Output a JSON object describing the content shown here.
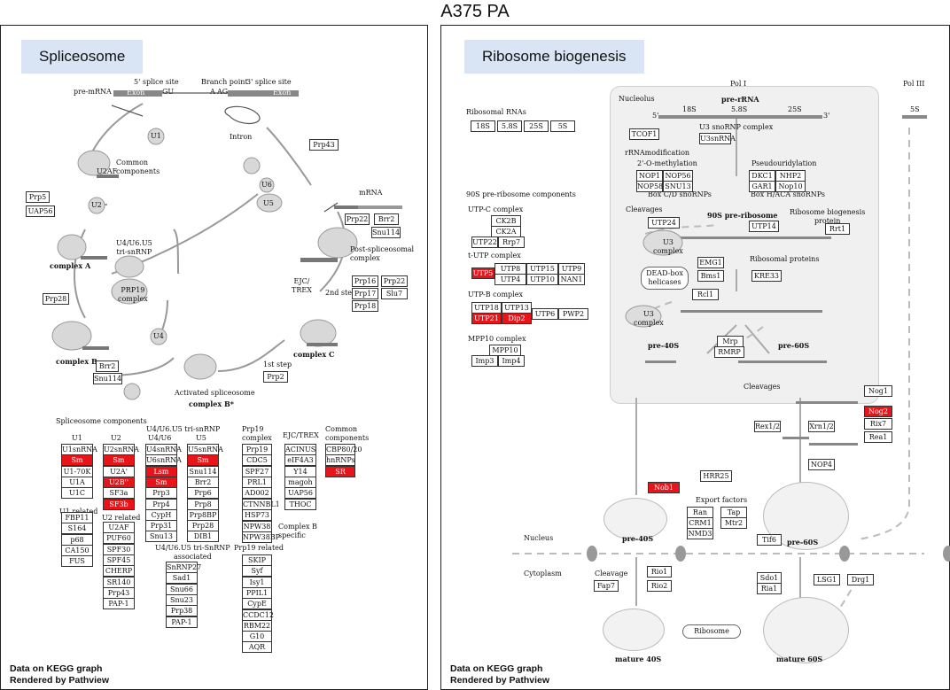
{
  "figure_title": "A375 PA",
  "credit": {
    "line1": "Data on KEGG graph",
    "line2": "Rendered by Pathview"
  },
  "spliceosome": {
    "title": "Spliceosome",
    "labels": {
      "five_splice": "5' splice site",
      "branch_point": "Branch point",
      "three_splice": "3' splice site",
      "pre_mrna": "pre-mRNA",
      "exon1": "Exon",
      "gu": "GU",
      "a": "A",
      "ag": "AG",
      "exon2": "Exon",
      "intron": "Intron",
      "common_components": "Common\ncomponents",
      "tri_snrnp": "U4/U6.U5\ntri-snRNP",
      "prp19_complex": "PRP19\ncomplex",
      "complex_a": "complex A",
      "complex_b": "complex B",
      "complex_c": "complex C",
      "activated": "Activated spliceosome",
      "complex_bstar": "complex B*",
      "first_step": "1st step",
      "second_step": "2nd step",
      "post_spliceosomal": "Post-spliceosomal\ncomplex",
      "mrna": "mRNA",
      "ejc_trex": "EJC/\nTREX",
      "u1": "U1",
      "u2": "U2",
      "u4": "U4",
      "u5": "U5",
      "u6": "U6",
      "u2af": "U2AF"
    },
    "boxes": {
      "prp5": "Prp5",
      "uap56": "UAP56",
      "prp43": "Prp43",
      "prp22a": "Prp22",
      "brr2a": "Brr2",
      "snu114a": "Snu114",
      "prp16": "Prp16",
      "prp22b": "Prp22",
      "prp17": "Prp17",
      "slu7": "Slu7",
      "prp18": "Prp18",
      "prp28": "Prp28",
      "brr2b": "Brr2",
      "snu114b": "Snu114",
      "prp2": "Prp2"
    },
    "components": {
      "header": "Spliceosome components",
      "u1_header": "U1",
      "u2_header": "U2",
      "u46_header": "U4/U6.U5 tri-snRNP",
      "u46_sub": "U4/U6",
      "u5_header": "U5",
      "prp19_header": "Prp19\ncomplex",
      "ejc_header": "EJC/TREX",
      "common_header": "Common\ncomponents",
      "u1_related": "U1 related",
      "u2_related": "U2 related",
      "u46_associated": "U4/U6.U5 tri-SnRNP\nassociated",
      "prp19_related": "Prp19 related",
      "complex_b_specific": "Complex B\nspecific",
      "u1": [
        "U1snRNA",
        "Sm",
        "U1-70K",
        "U1A",
        "U1C"
      ],
      "u1_rel": [
        "FBP11",
        "S164",
        "p68",
        "CA150",
        "FUS"
      ],
      "u2": [
        "U2snRNA",
        "Sm",
        "U2A'",
        "U2B''",
        "SF3a",
        "SF3b"
      ],
      "u2_rel": [
        "U2AF",
        "PUF60",
        "SPF30",
        "SPF45",
        "CHERP",
        "SR140",
        "Prp43",
        "PAP-1"
      ],
      "u46": [
        "U4snRNA",
        "U6snRNA",
        "Lsm",
        "Sm",
        "Prp3",
        "Prp4",
        "CypH",
        "Prp31",
        "Snu13"
      ],
      "u5": [
        "U5snRNA",
        "Sm",
        "Snu114",
        "Brr2",
        "Prp6",
        "Prp8",
        "Prp8BP",
        "Prp28",
        "DIB1"
      ],
      "assoc": [
        "SnRNP27",
        "Sad1",
        "Snu66",
        "Snu23",
        "Prp38",
        "PAP-1"
      ],
      "prp19": [
        "Prp19",
        "CDC5",
        "SPF27",
        "PRL1",
        "AD002",
        "CTNNBL1",
        "HSP73"
      ],
      "cbs": [
        "NPW38",
        "NPW38BP"
      ],
      "prp19_rel": [
        "SKIP",
        "Syf",
        "Isy1",
        "PPIL1",
        "CypE",
        "CCDC12",
        "RBM22",
        "G10",
        "AQR"
      ],
      "ejc": [
        "ACINUS",
        "eIF4A3",
        "Y14",
        "magoh",
        "UAP56",
        "THOC"
      ],
      "common": [
        "CBP80/20",
        "hnRNPs",
        "SR"
      ]
    },
    "red_components": [
      "u1.1",
      "u2.1",
      "u2.3",
      "u2.5",
      "u46.2",
      "u46.3",
      "u5.1",
      "common.2"
    ]
  },
  "ribosome": {
    "title": "Ribosome biogenesis",
    "labels": {
      "pol1": "Pol I",
      "pol3": "Pol III",
      "nucleolus": "Nucleolus",
      "pre_rrna": "pre-rRNA",
      "five_prime": "5'",
      "three_prime": "3'",
      "s18": "18S",
      "s58": "5.8S",
      "s25": "25S",
      "s5": "5S",
      "ribosomal_rnas": "Ribosomal RNAs",
      "u3_snorna_complex": "U3 snoRNP  complex",
      "rrna_modification": "rRNAmodification",
      "methylation": "2'-O-methylation",
      "pseudouridylation": "Pseudouridylation",
      "box_cd": "Box C/D snoRNPs",
      "box_haca": "Box H/ACA snoRNPs",
      "pre90s_components": "90S pre-ribosome components",
      "utpc": "UTP-C complex",
      "tutp": "t-UTP complex",
      "utpb": "UTP-B complex",
      "mpp10": "MPP10 complex",
      "cleavages1": "Cleavages",
      "pre90s": "90S pre-ribosome",
      "ribosome_bio_protein": "Ribosome biogenesis\nprotein",
      "ribosomal_proteins": "Ribosomal proteins",
      "u3_complex": "U3\ncomplex",
      "dead_box": "DEAD-box\nhelicases",
      "pre40s": "pre-40S",
      "pre60s": "pre-60S",
      "cleavages2": "Cleavages",
      "export_factors": "Export factors",
      "nucleus": "Nucleus",
      "cytoplasm": "Cytoplasm",
      "cleavage3": "Cleavage",
      "ribosome": "Ribosome",
      "mature40s": "mature 40S",
      "mature60s": "mature 60S"
    },
    "boxes": {
      "rrna": [
        "18S",
        "5.8S",
        "25S",
        "5S"
      ],
      "tcof1": "TCOF1",
      "u3snrna": "U3snRNA",
      "nop1": "NOP1",
      "nop56": "NOP56",
      "nop58": "NOP58",
      "snu13": "SNU13",
      "dkc1": "DKC1",
      "nhp2": "NHP2",
      "gar1": "GAR1",
      "nop10": "Nop10",
      "ck2b": "CK2B",
      "ck2a": "CK2A",
      "utp22": "UTP22",
      "rrp7": "Rrp7",
      "utp5": "UTP5",
      "utp8": "UTP8",
      "utp15": "UTP15",
      "utp9": "UTP9",
      "utp4": "UTP4",
      "utp10": "UTP10",
      "nan1": "NAN1",
      "utp18": "UTP18",
      "utp13": "UTP13",
      "utp21": "UTP21",
      "dip2": "Dip2",
      "utp6": "UTP6",
      "pwp2": "PWP2",
      "mpp10": "MPP10",
      "imp3": "Imp3",
      "imp4": "Imp4",
      "utp24": "UTP24",
      "utp14": "UTP14",
      "rrt1": "Rrt1",
      "emg1": "EMG1",
      "bms1": "Bms1",
      "kre33": "KRE33",
      "rcl1": "Rcl1",
      "mrp": "Mrp",
      "rmrp": "RMRP",
      "nog1": "Nog1",
      "nog2": "Nog2",
      "rix7": "Rix7",
      "rea1": "Rea1",
      "rex12": "Rex1/2",
      "xrn12": "Xrn1/2",
      "nop4": "NOP4",
      "hrr25": "HRR25",
      "nob1": "Nob1",
      "ran": "Ran",
      "tap": "Tap",
      "crm1": "CRM1",
      "mtr2": "Mtr2",
      "nmd3": "NMD3",
      "tif6": "Tif6",
      "sdo1": "Sdo1",
      "ria1": "Ria1",
      "lsg1": "LSG1",
      "drg1": "Drg1",
      "rio1": "Rio1",
      "rio2": "Rio2",
      "fap7": "Fap7"
    },
    "red_boxes": [
      "utp5",
      "utp21",
      "dip2",
      "nog2",
      "nob1"
    ]
  },
  "colors": {
    "red": "#e8141a",
    "title_bg": "#d9e4f5",
    "nucleolus": "#f0f0f0"
  }
}
